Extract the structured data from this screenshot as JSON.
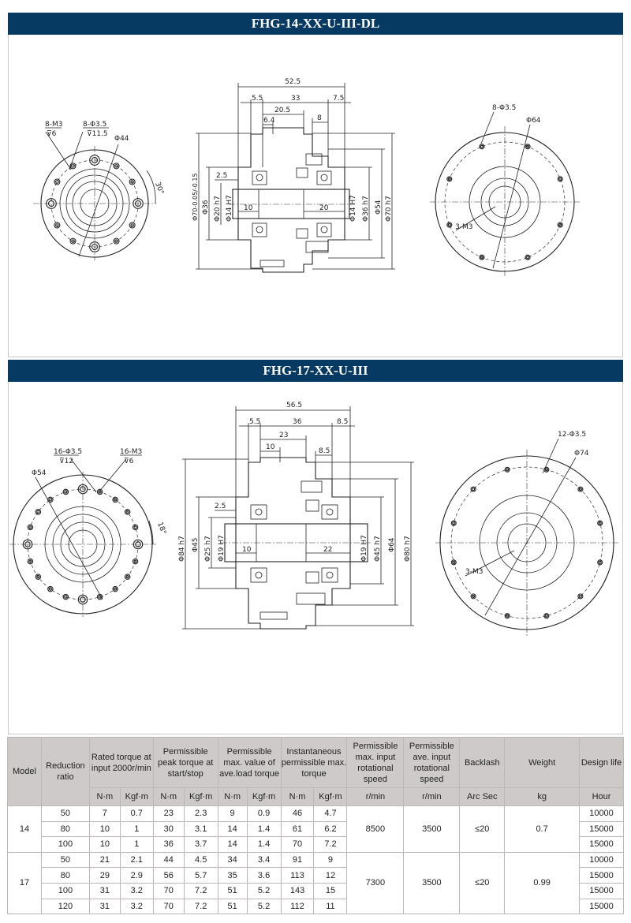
{
  "sections": [
    {
      "title": "FHG-14-XX-U-III-DL",
      "front_view": {
        "labels": [
          "8-M3",
          "⊽6",
          "8-Φ3.5",
          "⊽11.5",
          "Φ44",
          "30°"
        ]
      },
      "section_view": {
        "labels": [
          "52.5",
          "5.5",
          "33",
          "7.5",
          "20.5",
          "6.4",
          "8",
          "2.5",
          "10",
          "20",
          "Φ70-0.05/-0.15",
          "Φ36",
          "Φ20 h7",
          "Φ14 H7",
          "Φ14 H7",
          "Φ36 h7",
          "Φ54",
          "Φ70 h7"
        ]
      },
      "rear_view": {
        "labels": [
          "8-Φ3.5",
          "Φ64",
          "3-M3"
        ]
      }
    },
    {
      "title": "FHG-17-XX-U-III",
      "front_view": {
        "labels": [
          "16-Φ3.5",
          "⊽12",
          "16-M3",
          "⊽6",
          "Φ54",
          "18°"
        ]
      },
      "section_view": {
        "labels": [
          "56.5",
          "5.5",
          "36",
          "8.5",
          "23",
          "10",
          "8.5",
          "2.5",
          "10",
          "22",
          "Φ84 h7",
          "Φ45",
          "Φ25 h7",
          "Φ19 H7",
          "Φ19 H7",
          "Φ45 h7",
          "Φ64",
          "Φ80 h7"
        ]
      },
      "rear_view": {
        "labels": [
          "12-Φ3.5",
          "Φ74",
          "3-M3"
        ]
      }
    }
  ],
  "table": {
    "headers": [
      "Model",
      "Reduction ratio",
      "Rated torque at input 2000r/min",
      "Permissible peak torque at start/stop",
      "Permissible max. value of ave.load torque",
      "Instantaneous permissible max. torque",
      "Permissible max. input rotational speed",
      "Permissible ave. input rotational speed",
      "Backlash",
      "Weight",
      "Design life"
    ],
    "units": [
      "N·m",
      "Kgf·m",
      "N·m",
      "Kgf·m",
      "N·m",
      "Kgf·m",
      "N·m",
      "Kgf·m",
      "r/min",
      "r/min",
      "Arc Sec",
      "kg",
      "Hour"
    ],
    "groups": [
      {
        "model": "14",
        "max_speed": "8500",
        "ave_speed": "3500",
        "backlash": "≤20",
        "weight": "0.7",
        "rows": [
          [
            "50",
            "7",
            "0.7",
            "23",
            "2.3",
            "9",
            "0.9",
            "46",
            "4.7",
            "10000"
          ],
          [
            "80",
            "10",
            "1",
            "30",
            "3.1",
            "14",
            "1.4",
            "61",
            "6.2",
            "15000"
          ],
          [
            "100",
            "10",
            "1",
            "36",
            "3.7",
            "14",
            "1.4",
            "70",
            "7.2",
            "15000"
          ]
        ]
      },
      {
        "model": "17",
        "max_speed": "7300",
        "ave_speed": "3500",
        "backlash": "≤20",
        "weight": "0.99",
        "rows": [
          [
            "50",
            "21",
            "2.1",
            "44",
            "4.5",
            "34",
            "3.4",
            "91",
            "9",
            "10000"
          ],
          [
            "80",
            "29",
            "2.9",
            "56",
            "5.7",
            "35",
            "3.6",
            "113",
            "12",
            "15000"
          ],
          [
            "100",
            "31",
            "3.2",
            "70",
            "7.2",
            "51",
            "5.2",
            "143",
            "15",
            "15000"
          ],
          [
            "120",
            "31",
            "3.2",
            "70",
            "7.2",
            "51",
            "5.2",
            "112",
            "11",
            "15000"
          ]
        ]
      }
    ]
  },
  "colors": {
    "title_bar": "#063a63",
    "table_header": "#cfcaca"
  }
}
